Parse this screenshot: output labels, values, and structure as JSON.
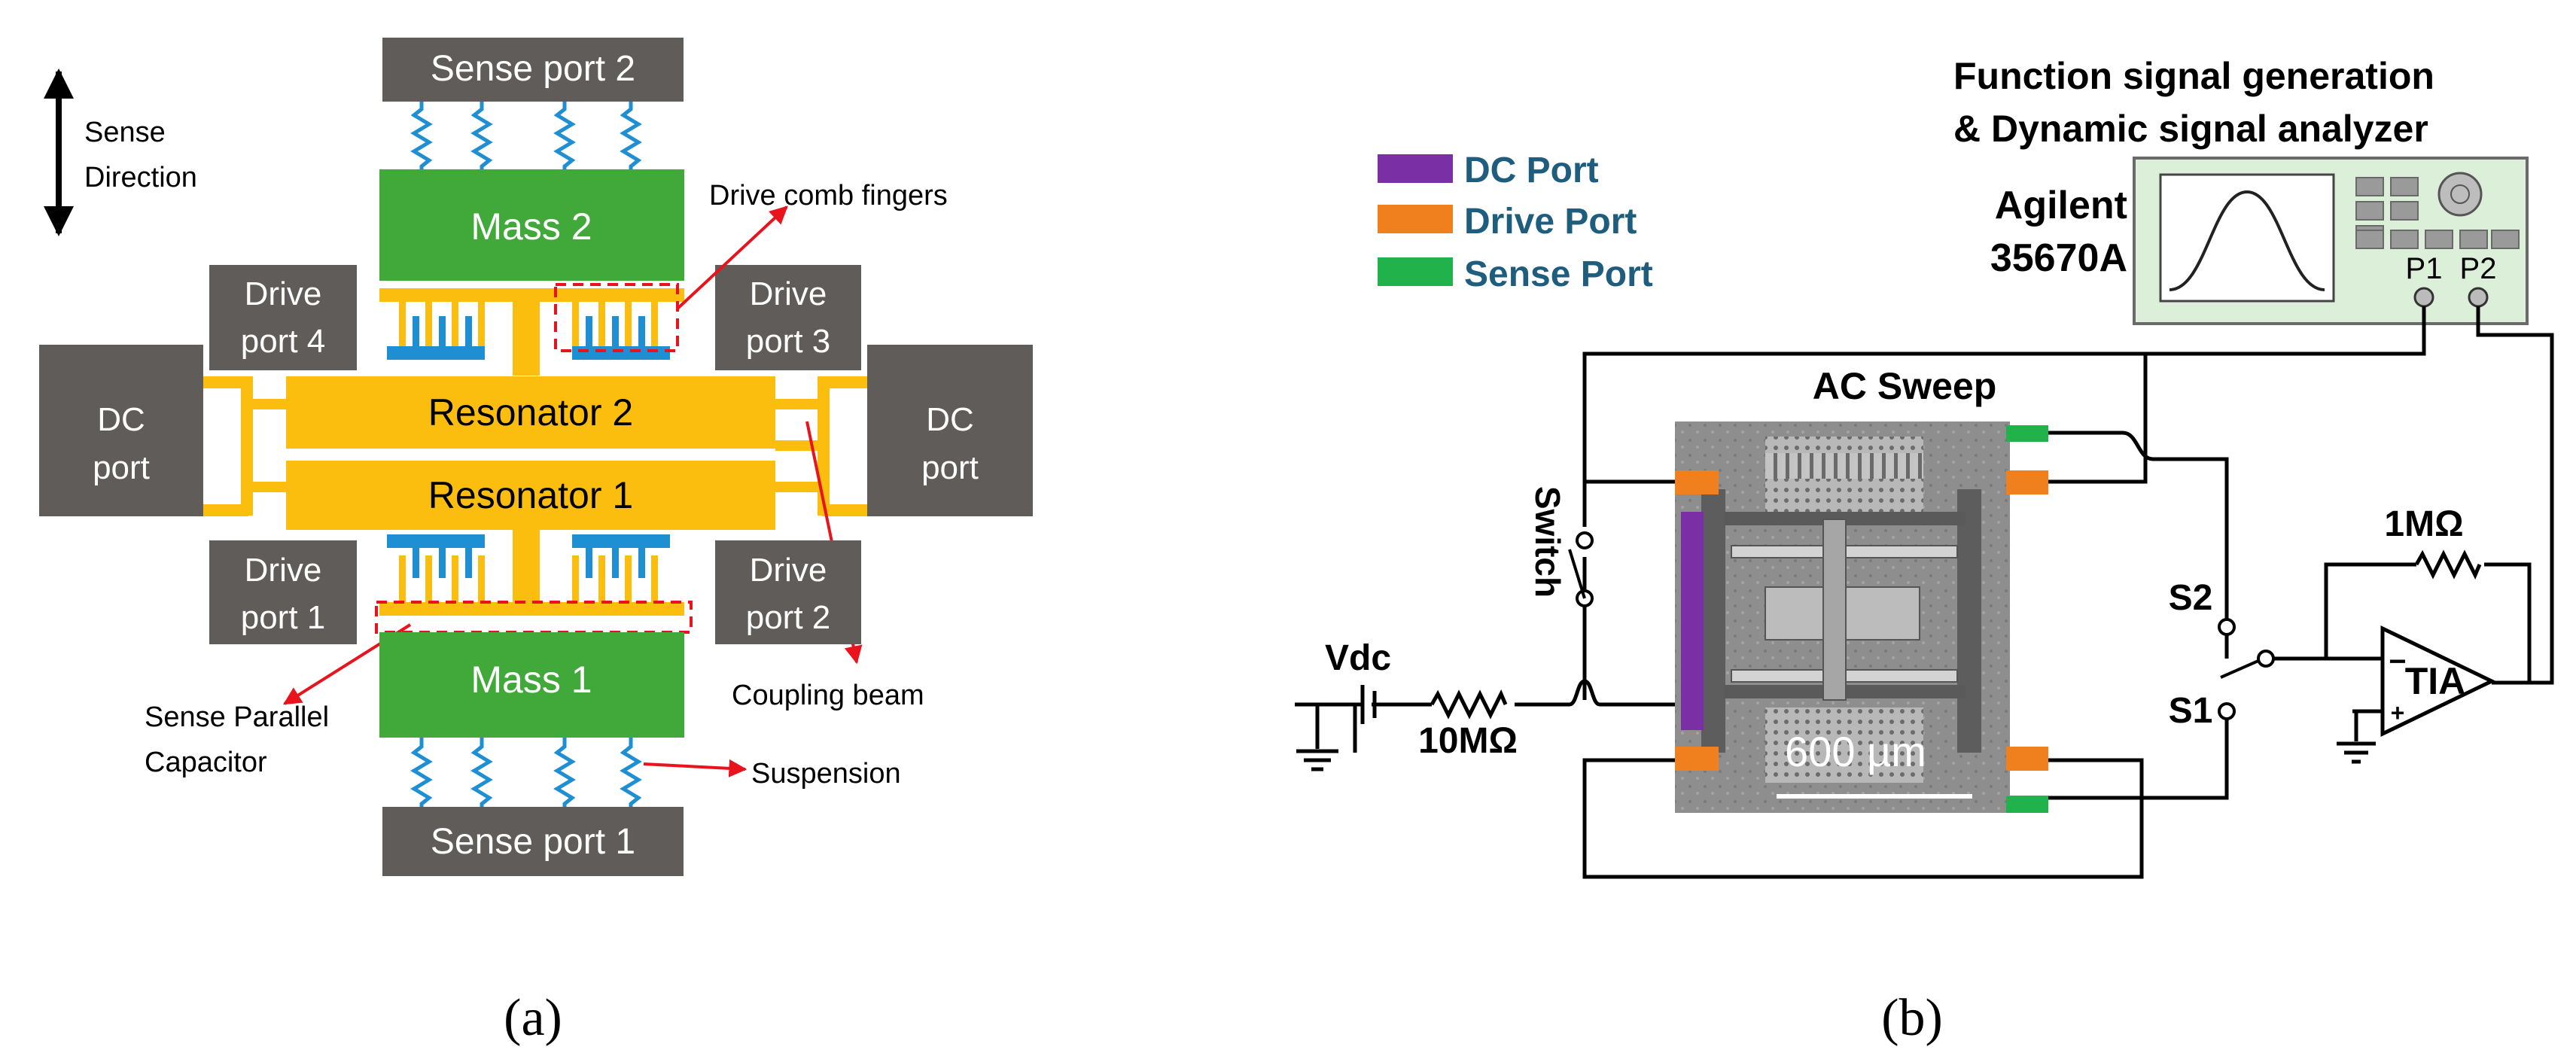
{
  "panel_a": {
    "caption": "(a)",
    "sense_direction": [
      "Sense",
      "Direction"
    ],
    "sense_port_top": "Sense port 2",
    "sense_port_bottom": "Sense port 1",
    "mass_top": "Mass 2",
    "mass_bottom": "Mass 1",
    "resonator_top": "Resonator 2",
    "resonator_bottom": "Resonator 1",
    "drive_port_4": [
      "Drive",
      "port 4"
    ],
    "drive_port_3": [
      "Drive",
      "port 3"
    ],
    "drive_port_1": [
      "Drive",
      "port 1"
    ],
    "drive_port_2": [
      "Drive",
      "port 2"
    ],
    "dc_port_left": [
      "DC",
      "port"
    ],
    "dc_port_right": [
      "DC",
      "port"
    ],
    "label_drive_comb": "Drive comb fingers",
    "label_coupling_beam": "Coupling beam",
    "label_sense_capacitor": [
      "Sense Parallel",
      "Capacitor"
    ],
    "label_suspension": "Suspension"
  },
  "panel_b": {
    "caption": "(b)",
    "legend": [
      {
        "label": "DC Port",
        "color": "#7b2fa4"
      },
      {
        "label": "Drive Port",
        "color": "#f07f1d"
      },
      {
        "label": "Sense Port",
        "color": "#21b24b"
      }
    ],
    "instrument_title": [
      "Function signal generation",
      "& Dynamic signal analyzer"
    ],
    "instrument_model": [
      "Agilent",
      "35670A"
    ],
    "port_p1": "P1",
    "port_p2": "P2",
    "ac_sweep": "AC Sweep",
    "switch": "Switch",
    "vdc": "Vdc",
    "resistor_10m": "10MΩ",
    "resistor_1m": "1MΩ",
    "s1": "S1",
    "s2": "S2",
    "tia": "TIA",
    "op_minus": "−",
    "op_plus": "+",
    "scale_bar": "600 µm"
  },
  "colors": {
    "port_gray": "#5f5c5a",
    "mass_green": "#41a83a",
    "resonator_yellow": "#fbbd0e",
    "electrode_blue": "#1f8fd3",
    "annotation_red": "#e8131d",
    "legend_text": "#1f5d7e",
    "instrument_bg": "#dcefd9"
  }
}
